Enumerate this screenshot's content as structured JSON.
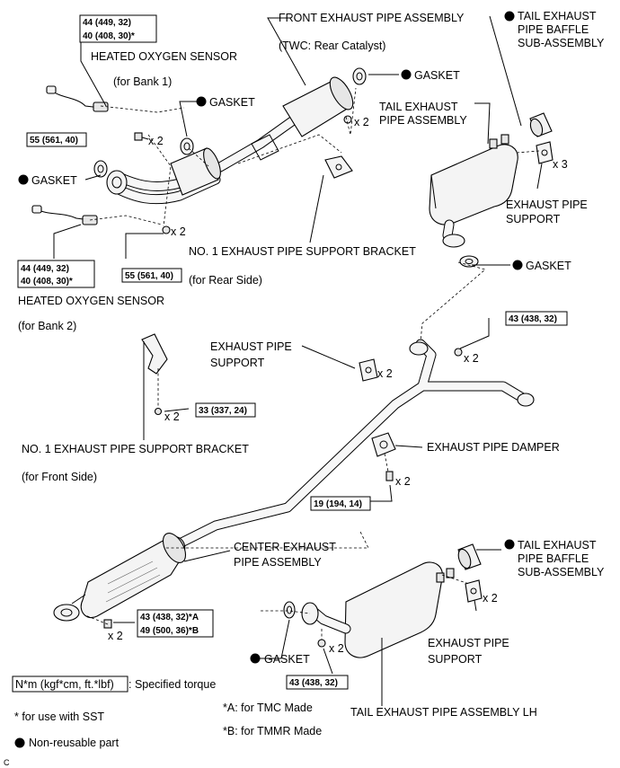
{
  "labels": {
    "front_pipe": "FRONT EXHAUST PIPE ASSEMBLY",
    "twc": "(TWC: Rear Catalyst)",
    "tail_baffle_top_1": "TAIL EXHAUST",
    "tail_baffle_top_2": "PIPE BAFFLE",
    "tail_baffle_top_3": "SUB-ASSEMBLY",
    "sensor_top": "HEATED OXYGEN SENSOR",
    "bank1": "(for Bank 1)",
    "gasket_top": "GASKET",
    "gasket_mid": "GASKET",
    "tail_pipe_1": "TAIL EXHAUST",
    "tail_pipe_2": "PIPE ASSEMBLY",
    "x2_cat": "x 2",
    "x2_bolt_left": "x 2",
    "x3": "x 3",
    "gasket_left": "GASKET",
    "support_top_1": "EXHAUST PIPE",
    "support_top_2": "SUPPORT",
    "x2_nut_lower": "x 2",
    "bracket_rear": "NO. 1 EXHAUST PIPE SUPPORT BRACKET",
    "for_rear": "(for Rear Side)",
    "gasket_right": "GASKET",
    "sensor_bottom": "HEATED OXYGEN SENSOR",
    "bank2": "(for Bank 2)",
    "support_mid_1": "EXHAUST PIPE",
    "support_mid_2": "SUPPORT",
    "x2_support_mid": "x 2",
    "x2_43": "x 2",
    "x2_bracket_front": "x 2",
    "bracket_front": "NO. 1 EXHAUST PIPE SUPPORT BRACKET",
    "for_front": "(for Front Side)",
    "damper": "EXHAUST PIPE DAMPER",
    "x2_damper": "x 2",
    "center_1": "CENTER EXHAUST",
    "center_2": "PIPE ASSEMBLY",
    "tail_baffle_bot_1": "TAIL EXHAUST",
    "tail_baffle_bot_2": "PIPE BAFFLE",
    "tail_baffle_bot_3": "SUB-ASSEMBLY",
    "x2_baffle_bot": "x 2",
    "x2_center_bolt": "x 2",
    "x2_lh_nut": "x 2",
    "support_bot_1": "EXHAUST PIPE",
    "support_bot_2": "SUPPORT",
    "gasket_bottom": "GASKET",
    "tail_lh": "TAIL EXHAUST PIPE ASSEMBLY LH"
  },
  "torques": {
    "sensor_top_1": "44 (449, 32)",
    "sensor_top_2": "40 (408, 30)*",
    "bolt_55_top": "55 (561, 40)",
    "bolt_55_bottom": "55 (561, 40)",
    "sensor_bottom_1": "44 (449, 32)",
    "sensor_bottom_2": "40 (408, 30)*",
    "nut_43_top": "43 (438, 32)",
    "bracket_33": "33 (337, 24)",
    "damper_19": "19 (194, 14)",
    "center_43": "43 (438, 32)*A",
    "center_49": "49 (500, 36)*B",
    "lh_43": "43 (438, 32)"
  },
  "legend": {
    "box": "N*m (kgf*cm, ft.*lbf)",
    "box_text": ": Specified torque",
    "sst": "* for use with SST",
    "nonreusable": "Non-reusable part",
    "tmc": "*A: for TMC Made",
    "tmmr": "*B: for TMMR Made",
    "corner": "C"
  }
}
